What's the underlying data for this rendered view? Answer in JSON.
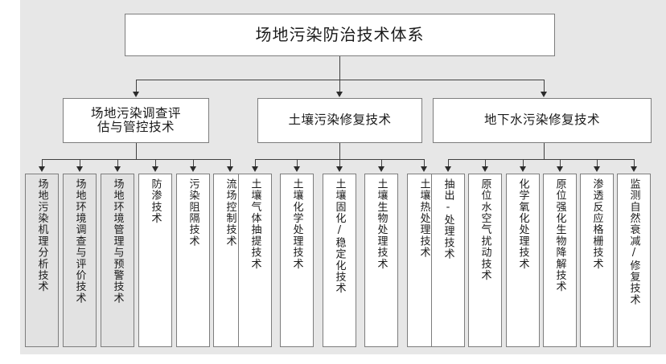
{
  "diagram": {
    "type": "hierarchy-tree",
    "title": "场地污染防治技术体系",
    "background_color": "#e7e7e7",
    "box_border_color": "#7d7d7d",
    "box_fill_white": "#ffffff",
    "box_fill_grey": "#e2e2e2",
    "connector_color": "#404040",
    "root": {
      "label": "场地污染防治技术体系"
    },
    "branches": [
      {
        "label": "场地污染调查评估与管控技术",
        "label_lines": [
          "场地污染调查评",
          "估与管控技术"
        ],
        "children": [
          {
            "label": "场地污染机理分析技术",
            "filled": true
          },
          {
            "label": "场地环境调查与评价技术",
            "filled": true
          },
          {
            "label": "场地环境管理与预警技术",
            "filled": true
          },
          {
            "label": "防渗技术",
            "filled": false
          },
          {
            "label": "污染阻隔技术",
            "filled": false
          },
          {
            "label": "流场控制技术",
            "filled": false
          }
        ]
      },
      {
        "label": "土壤污染修复技术",
        "label_lines": [
          "土壤污染修复技术"
        ],
        "children": [
          {
            "label": "土壤气体抽提技术",
            "filled": false
          },
          {
            "label": "土壤化学处理技术",
            "filled": false
          },
          {
            "label": "土壤固化/稳定化技术",
            "filled": false
          },
          {
            "label": "土壤生物处理技术",
            "filled": false
          },
          {
            "label": "土壤热处理技术",
            "filled": false
          }
        ]
      },
      {
        "label": "地下水污染修复技术",
        "label_lines": [
          "地下水污染修复技术"
        ],
        "children": [
          {
            "label": "抽出-处理技术",
            "filled": false
          },
          {
            "label": "原位水空气扰动技术",
            "filled": false
          },
          {
            "label": "化学氧化处理技术",
            "filled": false
          },
          {
            "label": "原位强化生物降解技术",
            "filled": false
          },
          {
            "label": "渗透反应格栅技术",
            "filled": false
          },
          {
            "label": "监测自然衰减/修复技术",
            "filled": false
          }
        ]
      }
    ]
  }
}
